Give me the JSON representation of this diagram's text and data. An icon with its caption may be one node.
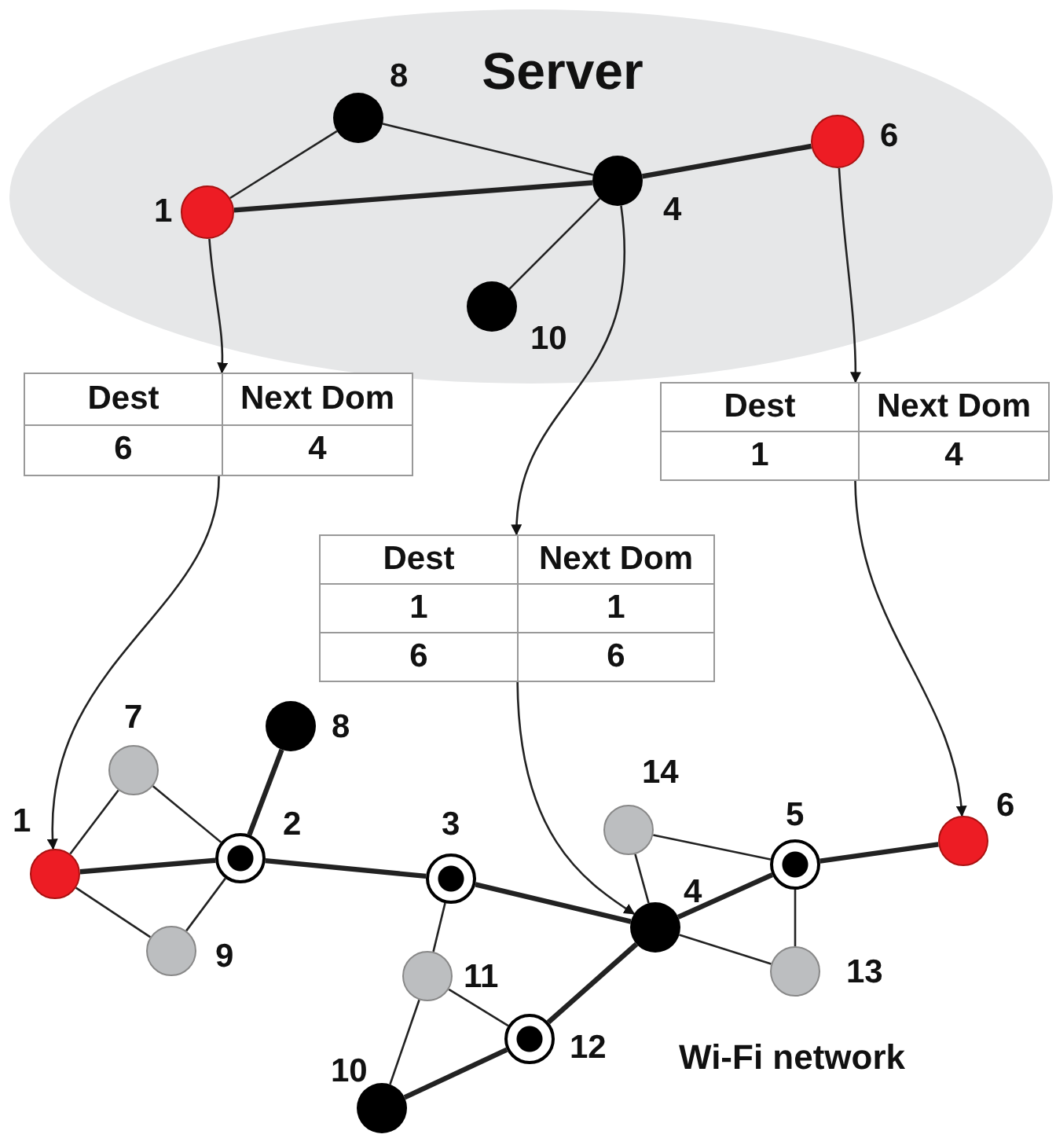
{
  "diagram": {
    "nodes": [
      {
        "text": [
          "Server"
        ]
      },
      {
        "text": [
          "1"
        ],
        "in": 0
      },
      {
        "text": [
          "8"
        ],
        "in": 0
      },
      {
        "text": [
          "4"
        ],
        "in": 0
      },
      {
        "text": [
          "6"
        ],
        "in": 0
      },
      {
        "text": [
          "10"
        ],
        "in": 0
      },
      {
        "text": [
          "Dest",
          "Next Dom",
          "6",
          "4"
        ]
      },
      {
        "text": [
          "Dest",
          "Next Dom",
          "1",
          "4"
        ]
      },
      {
        "text": [
          "Dest",
          "Next Dom",
          "1",
          "1",
          "6",
          "6"
        ]
      },
      {
        "text": [
          "1"
        ]
      },
      {
        "text": [
          "7"
        ]
      },
      {
        "text": [
          "8"
        ]
      },
      {
        "text": [
          "2"
        ]
      },
      {
        "text": [
          "3"
        ]
      },
      {
        "text": [
          "14"
        ]
      },
      {
        "text": [
          "5"
        ]
      },
      {
        "text": [
          "6"
        ]
      },
      {
        "text": [
          "4"
        ]
      },
      {
        "text": [
          "9"
        ]
      },
      {
        "text": [
          "11"
        ]
      },
      {
        "text": [
          "13"
        ]
      },
      {
        "text": [
          "12"
        ]
      },
      {
        "text": [
          "10"
        ]
      }
    ],
    "edges": [
      {
        "from": 1,
        "to": 2,
        "arrow": "none"
      },
      {
        "from": 2,
        "to": 3,
        "arrow": "none"
      },
      {
        "from": 1,
        "to": 3,
        "arrow": "none",
        "style": "thick"
      },
      {
        "from": 3,
        "to": 4,
        "arrow": "none",
        "style": "thick"
      },
      {
        "from": 3,
        "to": 5,
        "arrow": "none"
      },
      {
        "from": 1,
        "to": 6,
        "arrow": "to"
      },
      {
        "from": 6,
        "to": 9,
        "arrow": "to"
      },
      {
        "from": 4,
        "to": 7,
        "arrow": "to"
      },
      {
        "from": 7,
        "to": 16,
        "arrow": "to"
      },
      {
        "from": 3,
        "to": 8,
        "arrow": "to"
      },
      {
        "from": 8,
        "to": 17,
        "arrow": "to"
      },
      {
        "from": 9,
        "to": 10,
        "arrow": "none"
      },
      {
        "from": 10,
        "to": 12,
        "arrow": "none"
      },
      {
        "from": 9,
        "to": 12,
        "arrow": "none",
        "style": "thick"
      },
      {
        "from": 9,
        "to": 18,
        "arrow": "none"
      },
      {
        "from": 18,
        "to": 12,
        "arrow": "none"
      },
      {
        "from": 12,
        "to": 11,
        "arrow": "none",
        "style": "thick"
      },
      {
        "from": 12,
        "to": 13,
        "arrow": "none",
        "style": "thick"
      },
      {
        "from": 13,
        "to": 19,
        "arrow": "none"
      },
      {
        "from": 19,
        "to": 22,
        "arrow": "none"
      },
      {
        "from": 19,
        "to": 21,
        "arrow": "none"
      },
      {
        "from": 22,
        "to": 21,
        "arrow": "none",
        "style": "thick"
      },
      {
        "from": 21,
        "to": 17,
        "arrow": "none",
        "style": "thick"
      },
      {
        "from": 13,
        "to": 17,
        "arrow": "none",
        "style": "thick"
      },
      {
        "from": 17,
        "to": 14,
        "arrow": "none"
      },
      {
        "from": 14,
        "to": 15,
        "arrow": "none"
      },
      {
        "from": 17,
        "to": 15,
        "arrow": "none",
        "style": "thick"
      },
      {
        "from": 15,
        "to": 16,
        "arrow": "none",
        "style": "thick"
      },
      {
        "from": 17,
        "to": 20,
        "arrow": "none"
      },
      {
        "from": 15,
        "to": 20,
        "arrow": "none"
      }
    ],
    "labels": [
      "Wi-Fi network"
    ]
  }
}
